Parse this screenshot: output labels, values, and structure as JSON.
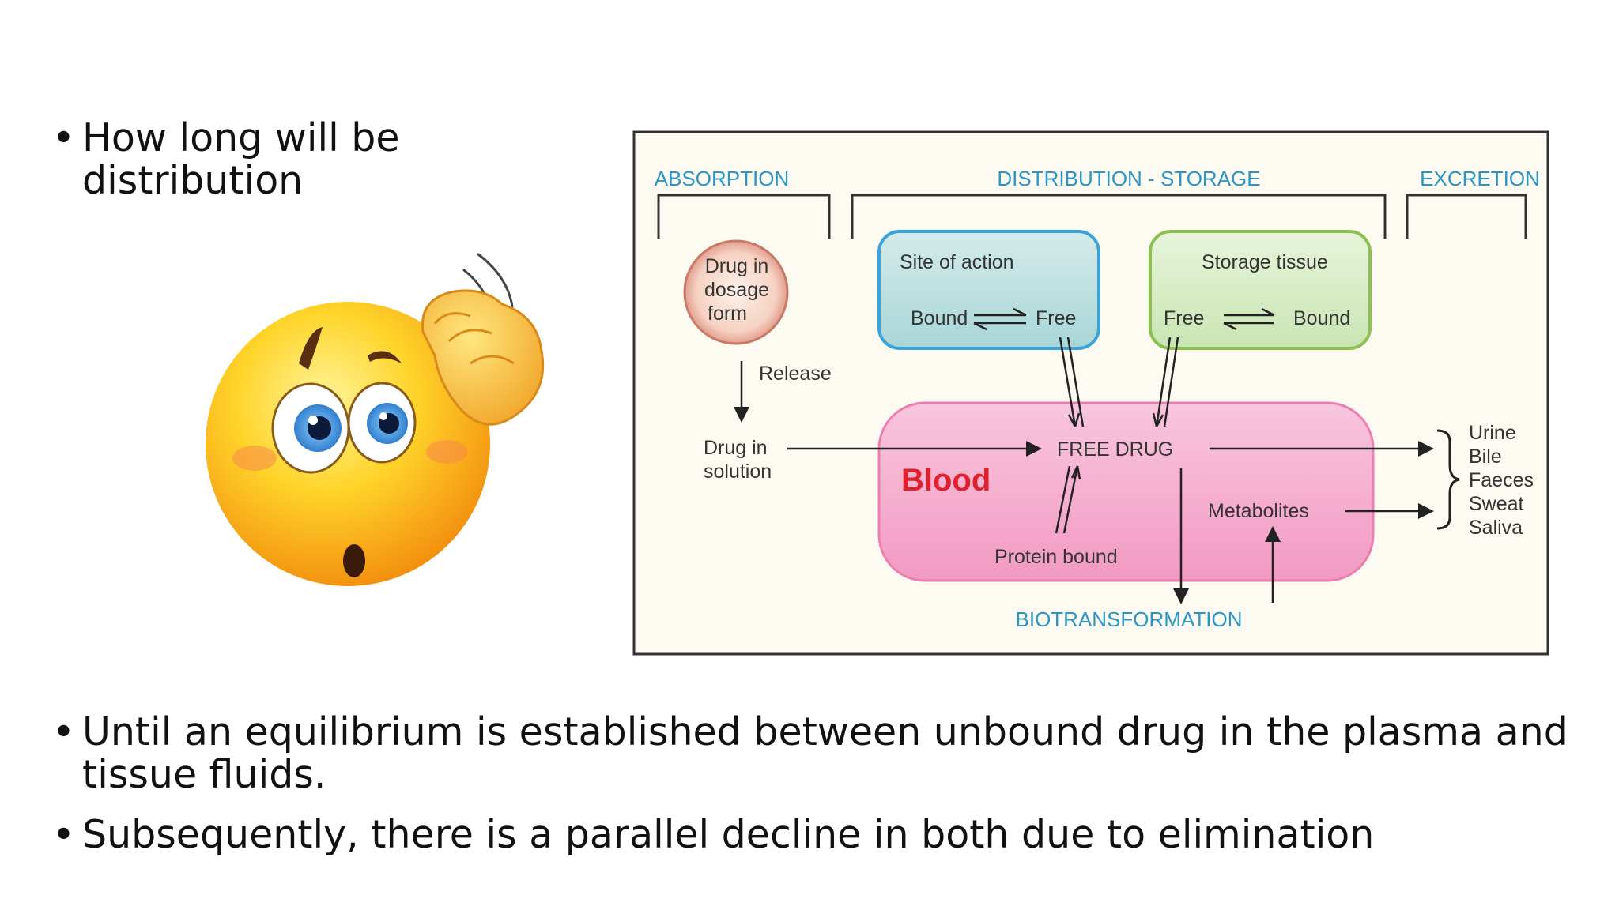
{
  "bullets": [
    "How long will be distribution",
    "Until an equilibrium is established between unbound drug in the plasma and tissue fluids.",
    "Subsequently, there is a parallel decline in both due to elimination"
  ],
  "diagram": {
    "headers": {
      "absorption": "ABSORPTION",
      "distribution": "DISTRIBUTION - STORAGE",
      "excretion": "EXCRETION"
    },
    "dosage_form": [
      "Drug in",
      "dosage",
      "form"
    ],
    "release": "Release",
    "solution": [
      "Drug in",
      "solution"
    ],
    "site_of_action": {
      "title": "Site of action",
      "left": "Bound",
      "right": "Free"
    },
    "storage_tissue": {
      "title": "Storage tissue",
      "left": "Free",
      "right": "Bound"
    },
    "blood": "Blood",
    "free_drug": "FREE DRUG",
    "protein_bound": "Protein bound",
    "metabolites": "Metabolites",
    "biotransformation": "BIOTRANSFORMATION",
    "excretion_routes": [
      "Urine",
      "Bile",
      "Faeces",
      "Sweat",
      "Saliva"
    ],
    "colors": {
      "header_blue": "#2a96c8",
      "blood_pink": "#f7b3d2",
      "blood_text": "#e0202c",
      "site_border": "#3aa3d8",
      "storage_border": "#8cc152",
      "background": "#fdfbf1"
    }
  },
  "emoji": {
    "name": "confused-thinking-face-icon"
  }
}
